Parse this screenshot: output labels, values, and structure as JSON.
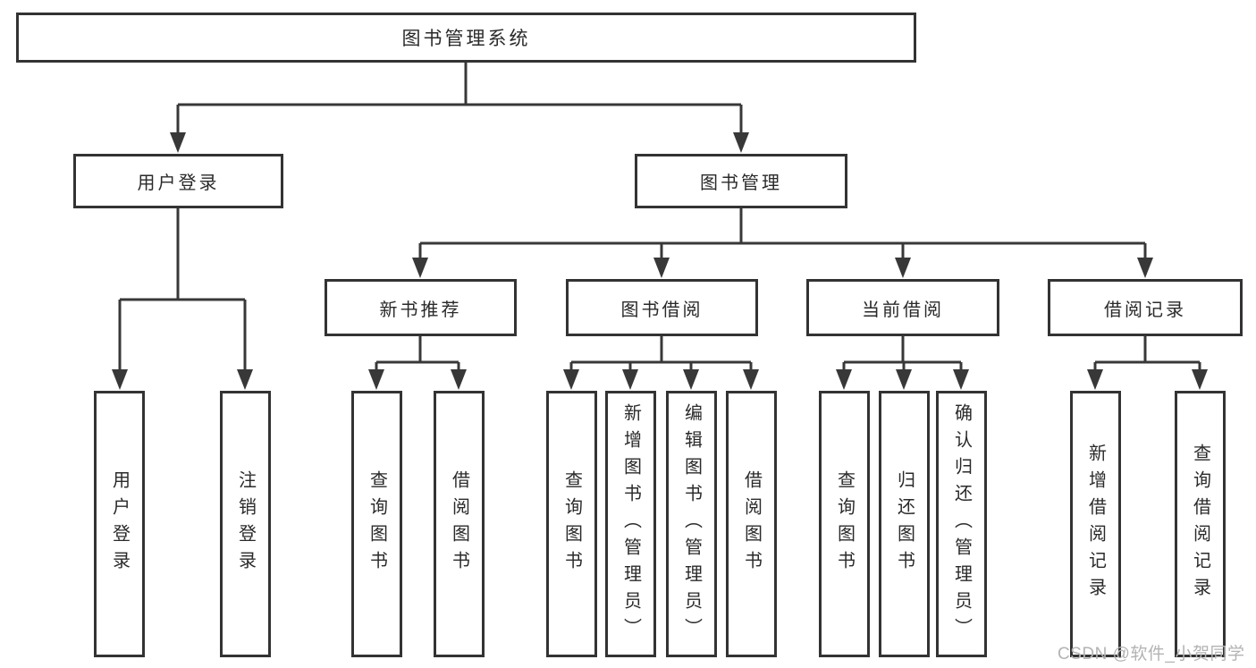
{
  "diagram_title": "图书管理系统",
  "colors": {
    "line": "#383838",
    "box_border": "#333333",
    "box_fill": "#ffffff",
    "text": "#2a2a2a",
    "watermark": "#b3b3b3"
  },
  "nodes": {
    "root": {
      "label": "图书管理系统"
    },
    "user_login": {
      "label": "用户登录",
      "parent": "图书管理系统"
    },
    "book_management": {
      "label": "图书管理",
      "parent": "图书管理系统"
    },
    "new_book_recommend": {
      "label": "新书推荐",
      "parent": "图书管理"
    },
    "book_borrow": {
      "label": "图书借阅",
      "parent": "图书管理"
    },
    "current_borrow": {
      "label": "当前借阅",
      "parent": "图书管理"
    },
    "borrow_records": {
      "label": "借阅记录",
      "parent": "图书管理"
    }
  },
  "leaves": [
    {
      "label": "用户登录",
      "parent": "用户登录"
    },
    {
      "label": "注销登录",
      "parent": "用户登录"
    },
    {
      "label": "查询图书",
      "parent": "新书推荐"
    },
    {
      "label": "借阅图书",
      "parent": "新书推荐"
    },
    {
      "label": "查询图书",
      "parent": "图书借阅"
    },
    {
      "label": "新增图书（管理员）",
      "parent": "图书借阅"
    },
    {
      "label": "编辑图书（管理员）",
      "parent": "图书借阅"
    },
    {
      "label": "借阅图书",
      "parent": "图书借阅"
    },
    {
      "label": "查询图书",
      "parent": "当前借阅"
    },
    {
      "label": "归还图书",
      "parent": "当前借阅"
    },
    {
      "label": "确认归还（管理员）",
      "parent": "当前借阅"
    },
    {
      "label": "新增借阅记录",
      "parent": "借阅记录"
    },
    {
      "label": "查询借阅记录",
      "parent": "借阅记录"
    }
  ],
  "watermark": {
    "text": "CSDN @软件_小贺同学"
  }
}
